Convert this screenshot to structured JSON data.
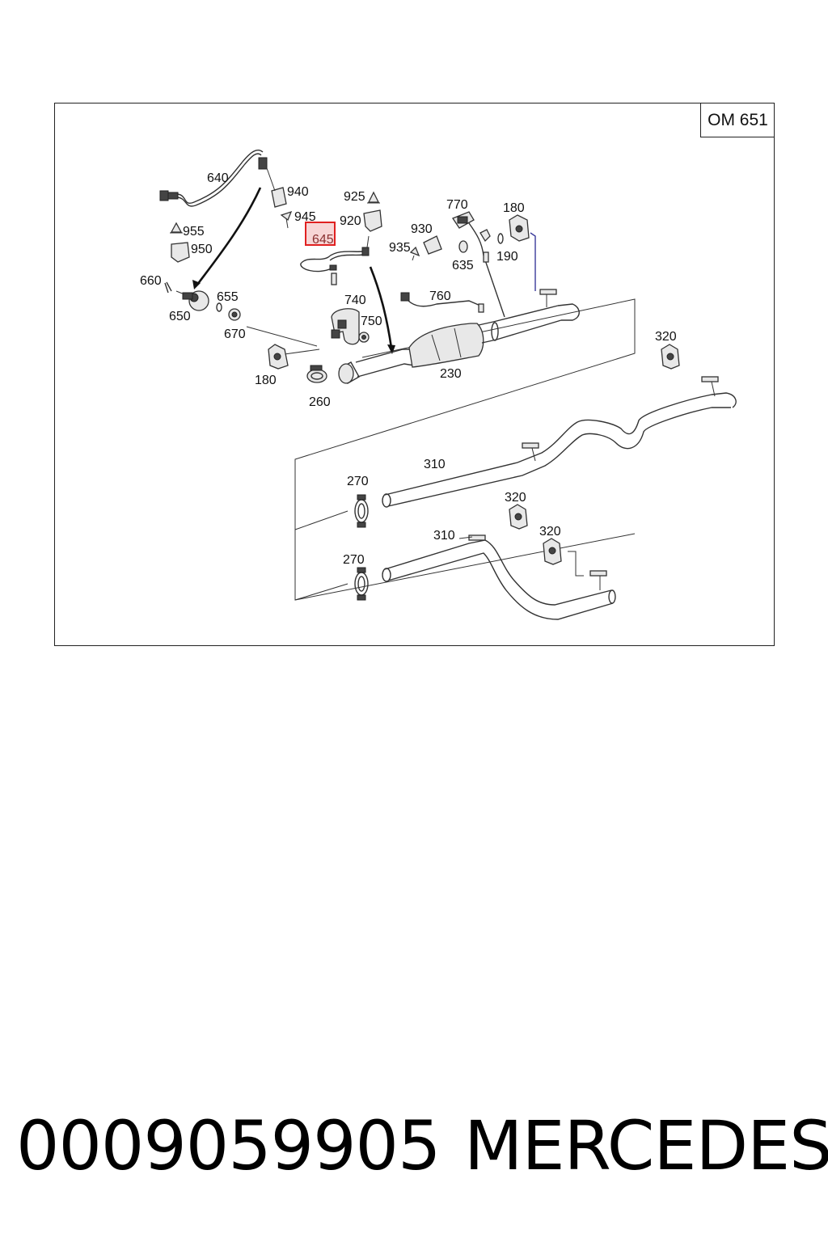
{
  "diagram": {
    "model_label": "OM 651",
    "highlighted_label": "645",
    "highlight_color": "#e02020",
    "callouts": {
      "p640": "640",
      "p940": "940",
      "p945": "945",
      "p925": "925",
      "p920": "920",
      "p645": "645",
      "p955": "955",
      "p950": "950",
      "p660": "660",
      "p650": "650",
      "p655": "655",
      "p670": "670",
      "p740": "740",
      "p750": "750",
      "p760": "760",
      "p770": "770",
      "p930": "930",
      "p935": "935",
      "p635": "635",
      "p180a": "180",
      "p190": "190",
      "p180b": "180",
      "p230": "230",
      "p260": "260",
      "p320a": "320",
      "p310a": "310",
      "p270a": "270",
      "p320b": "320",
      "p310b": "310",
      "p320c": "320",
      "p270b": "270"
    }
  },
  "caption": {
    "part_number": "0009059905",
    "brand": "MERCEDES"
  }
}
